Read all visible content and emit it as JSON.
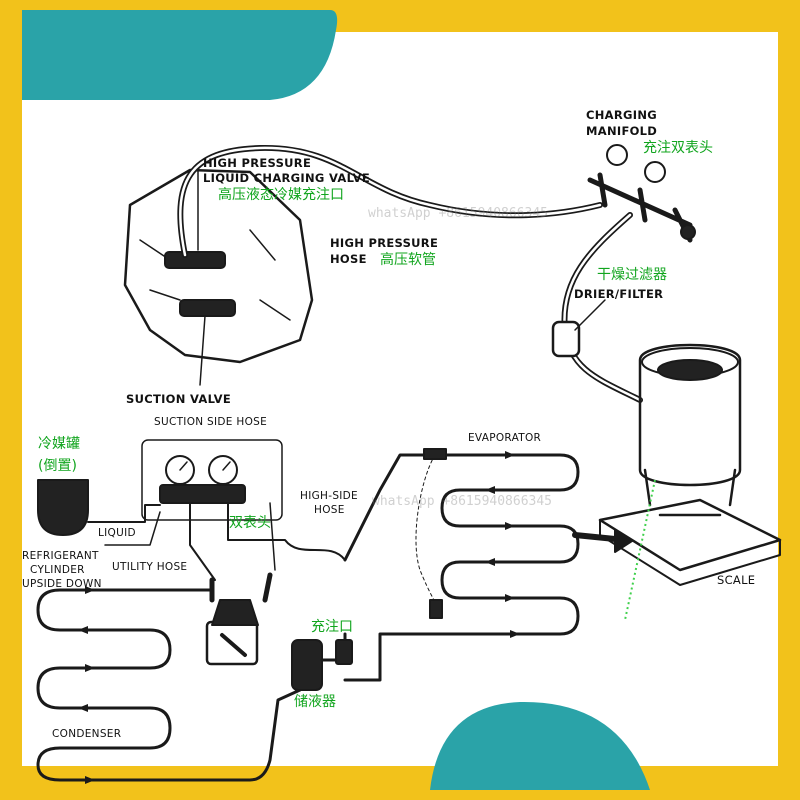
{
  "colors": {
    "frame_gold": "#f2c21b",
    "teal": "#2aa3a8",
    "chinese_label": "#11a51e",
    "line": "#1a1a1a"
  },
  "labels": {
    "charging_manifold_1": "CHARGING",
    "charging_manifold_2": "MANIFOLD",
    "charging_manifold_zh": "充注双表头",
    "hp_valve_1": "HIGH PRESSURE",
    "hp_valve_2": "LIQUID CHARGING VALVE",
    "hp_valve_zh": "高压液态冷媒充注口",
    "hp_hose_1": "HIGH PRESSURE",
    "hp_hose_2": "HOSE",
    "hp_hose_zh": "高压软管",
    "drier_zh": "干燥过滤器",
    "drier_en": "DRIER/FILTER",
    "suction_valve": "SUCTION VALVE",
    "suction_side_hose": "SUCTION SIDE HOSE",
    "cylinder_zh_1": "冷媒罐",
    "cylinder_zh_2": "(倒置)",
    "liquid": "LIQUID",
    "cylinder_en_1": "REFRIGERANT",
    "cylinder_en_2": "CYLINDER",
    "cylinder_en_3": "UPSIDE DOWN",
    "utility_hose": "UTILITY HOSE",
    "high_side_hose_1": "HIGH-SIDE",
    "high_side_hose_2": "HOSE",
    "gauge_zh": "双表头",
    "evaporator": "EVAPORATOR",
    "scale": "SCALE",
    "charge_port_zh": "充注口",
    "receiver_zh": "储液器",
    "condenser": "CONDENSER"
  },
  "watermarks": {
    "top": "whatsApp +8615940866345",
    "middle": "whatsApp +8615940866345"
  }
}
